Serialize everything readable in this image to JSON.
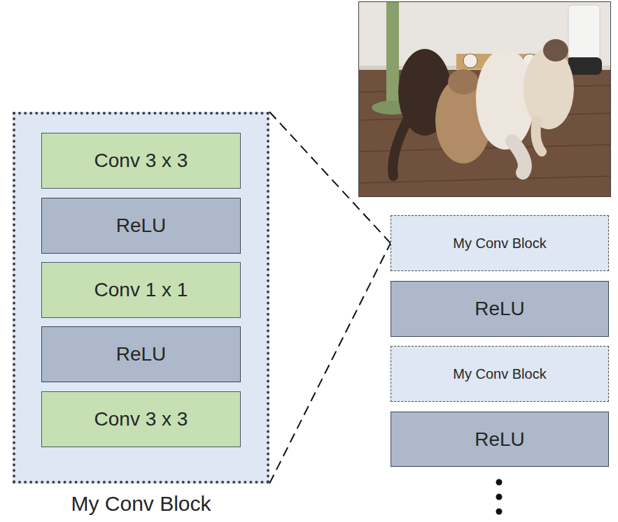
{
  "diagram": {
    "nodes": [
      {
        "text": [
          "My Conv Block"
        ]
      },
      {
        "text": [
          "Conv 3 x 3"
        ],
        "in": 0
      },
      {
        "text": [
          "ReLU"
        ],
        "in": 0
      },
      {
        "text": [
          "Conv 1 x 1"
        ],
        "in": 0
      },
      {
        "text": [
          "ReLU"
        ],
        "in": 0
      },
      {
        "text": [
          "Conv 3 x 3"
        ],
        "in": 0
      },
      {
        "text": [
          "My Conv Block"
        ]
      },
      {
        "text": [
          "ReLU"
        ]
      },
      {
        "text": [
          "My Conv Block"
        ]
      },
      {
        "text": [
          "ReLU"
        ]
      }
    ],
    "edges": [
      {
        "from": 0,
        "to": 6,
        "arrow": "none"
      },
      {
        "from": 0,
        "to": 6,
        "arrow": "none"
      }
    ]
  }
}
